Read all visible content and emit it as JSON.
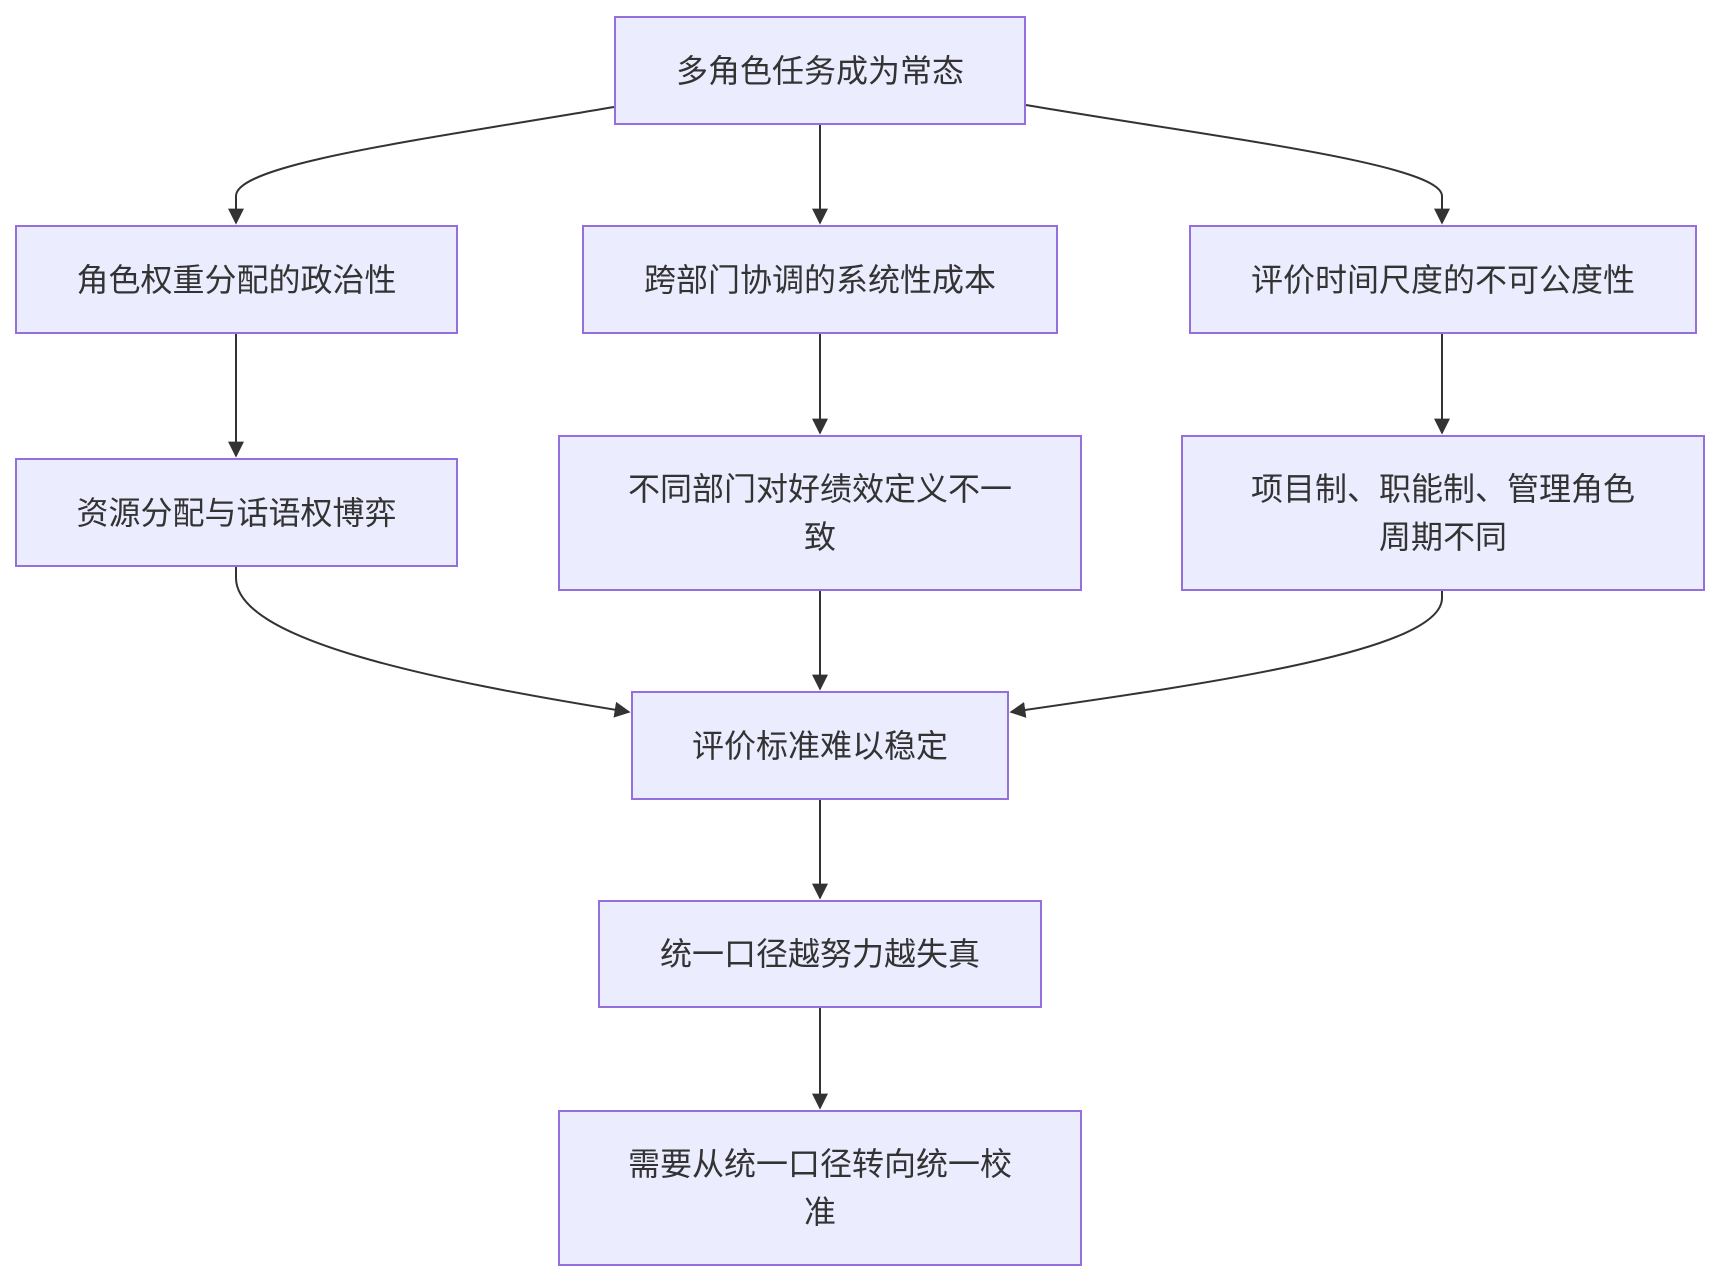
{
  "diagram": {
    "nodes": {
      "n1": "多角色任务成为常态",
      "n2": "角色权重分配的政治性",
      "n3": "跨部门协调的系统性成本",
      "n4": "评价时间尺度的不可公度性",
      "n5": "资源分配与话语权博弈",
      "n6": "不同部门对好绩效定义不一致",
      "n7": "项目制、职能制、管理角色周期不同",
      "n8": "评价标准难以稳定",
      "n9": "统一口径越努力越失真",
      "n10": "需要从统一口径转向统一校准"
    },
    "edges": [
      {
        "from": "n1",
        "to": "n2"
      },
      {
        "from": "n1",
        "to": "n3"
      },
      {
        "from": "n1",
        "to": "n4"
      },
      {
        "from": "n2",
        "to": "n5"
      },
      {
        "from": "n3",
        "to": "n6"
      },
      {
        "from": "n4",
        "to": "n7"
      },
      {
        "from": "n5",
        "to": "n8"
      },
      {
        "from": "n6",
        "to": "n8"
      },
      {
        "from": "n7",
        "to": "n8"
      },
      {
        "from": "n8",
        "to": "n9"
      },
      {
        "from": "n9",
        "to": "n10"
      }
    ]
  }
}
